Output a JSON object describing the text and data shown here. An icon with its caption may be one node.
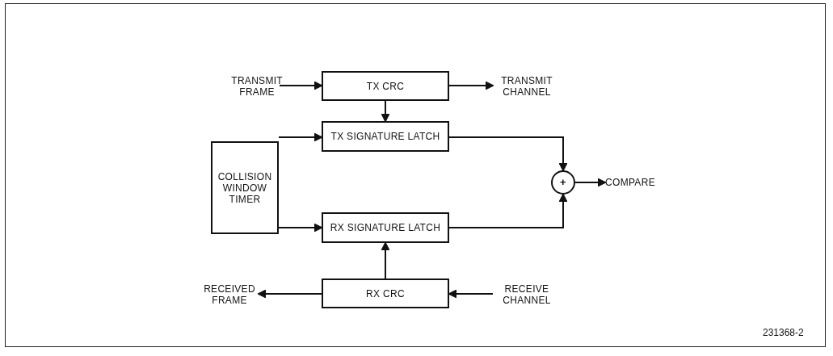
{
  "diagram": {
    "nodes": [
      {
        "text": [
          "TRANSMIT FRAME"
        ]
      },
      {
        "text": [
          "TX CRC"
        ]
      },
      {
        "text": [
          "TRANSMIT CHANNEL"
        ]
      },
      {
        "text": [
          "COLLISION WINDOW TIMER"
        ]
      },
      {
        "text": [
          "TX SIGNATURE LATCH"
        ]
      },
      {
        "text": [
          "RX SIGNATURE LATCH"
        ]
      },
      {
        "text": [
          "+"
        ]
      },
      {
        "text": [
          "COMPARE"
        ]
      },
      {
        "text": [
          "RECEIVED FRAME"
        ]
      },
      {
        "text": [
          "RX CRC"
        ]
      },
      {
        "text": [
          "RECEIVE CHANNEL"
        ]
      }
    ],
    "edges": [
      {
        "from": 0,
        "to": 1,
        "arrow": "to"
      },
      {
        "from": 1,
        "to": 2,
        "arrow": "to"
      },
      {
        "from": 1,
        "to": 4,
        "arrow": "to"
      },
      {
        "from": 3,
        "to": 4,
        "arrow": "to"
      },
      {
        "from": 3,
        "to": 5,
        "arrow": "to"
      },
      {
        "from": 4,
        "to": 6,
        "arrow": "to"
      },
      {
        "from": 5,
        "to": 6,
        "arrow": "to"
      },
      {
        "from": 6,
        "to": 7,
        "arrow": "to"
      },
      {
        "from": 9,
        "to": 5,
        "arrow": "to"
      },
      {
        "from": 9,
        "to": 8,
        "arrow": "to"
      },
      {
        "from": 10,
        "to": 9,
        "arrow": "to"
      }
    ],
    "labels": [
      "231368-2"
    ]
  }
}
